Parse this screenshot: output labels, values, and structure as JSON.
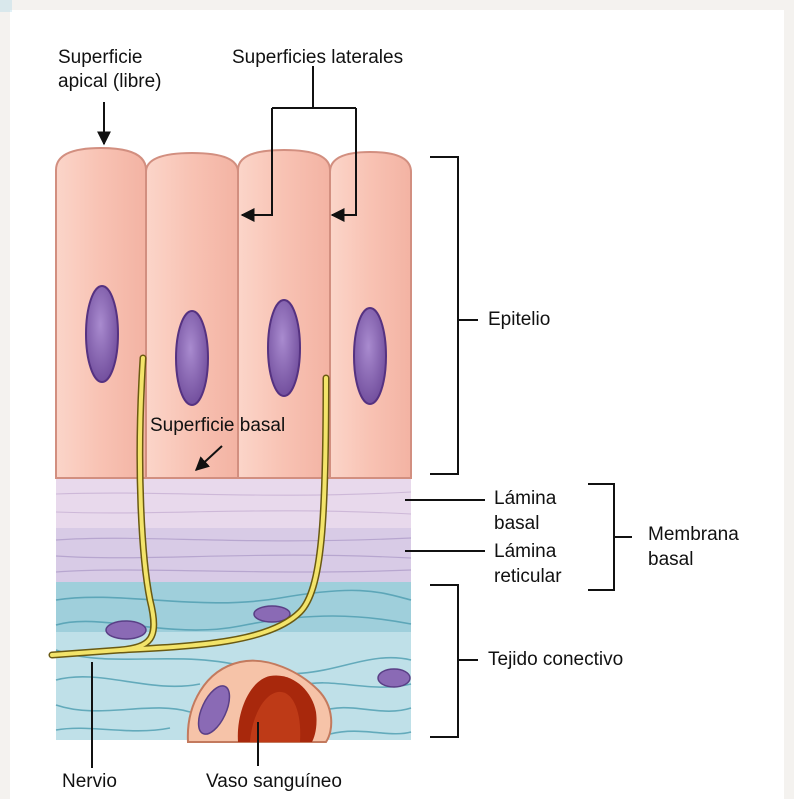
{
  "labels": {
    "apical_line1": "Superficie",
    "apical_line2": "apical (libre)",
    "laterales": "Superficies laterales",
    "basal_surface": "Superficie basal",
    "epitelio": "Epitelio",
    "lamina_basal_1": "Lámina",
    "lamina_basal_2": "basal",
    "lamina_reticular_1": "Lámina",
    "lamina_reticular_2": "reticular",
    "membrana_1": "Membrana",
    "membrana_2": "basal",
    "tejido": "Tejido conectivo",
    "nervio": "Nervio",
    "vaso": "Vaso sanguíneo"
  },
  "colors": {
    "cell_fill": "#f9c8ba",
    "cell_outline": "#d89a8c",
    "nucleus": "#7e5aa8",
    "lamina_basal": "#e6d6ea",
    "lamina_reticular": "#d9cbe6",
    "connective": "#b9dde6",
    "connective_line": "#5aa3b6",
    "nerve": "#f2e36a",
    "vessel": "#b8330f"
  }
}
